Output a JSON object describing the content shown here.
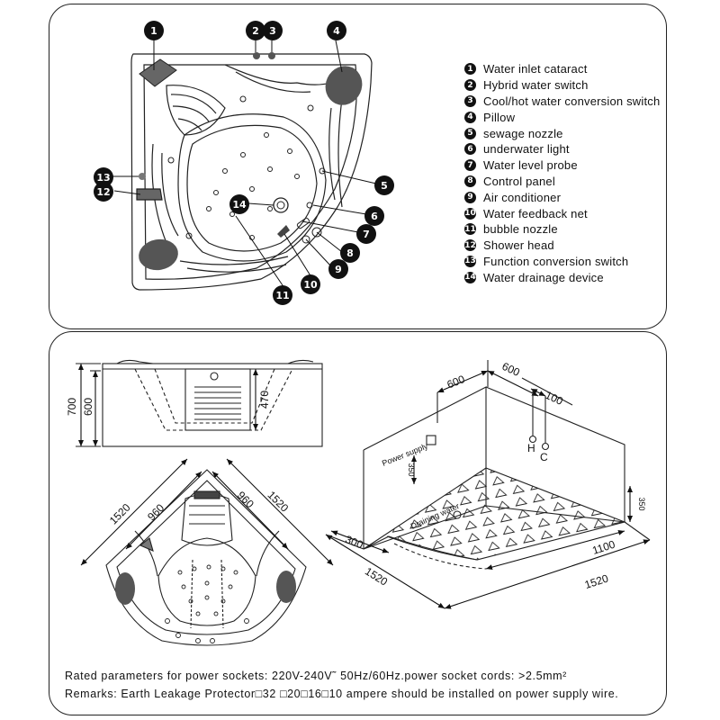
{
  "legend": [
    {
      "num": "1",
      "label": "Water inlet cataract"
    },
    {
      "num": "2",
      "label": "Hybrid water switch"
    },
    {
      "num": "3",
      "label": "Cool/hot water conversion switch"
    },
    {
      "num": "4",
      "label": "Pillow"
    },
    {
      "num": "5",
      "label": "sewage nozzle"
    },
    {
      "num": "6",
      "label": "underwater light"
    },
    {
      "num": "7",
      "label": "Water level probe"
    },
    {
      "num": "8",
      "label": "Control panel"
    },
    {
      "num": "9",
      "label": "Air conditioner"
    },
    {
      "num": "10",
      "label": "Water feedback net"
    },
    {
      "num": "11",
      "label": "bubble nozzle"
    },
    {
      "num": "12",
      "label": "Shower head"
    },
    {
      "num": "13",
      "label": "Function conversion switch"
    },
    {
      "num": "14",
      "label": "Water drainage device"
    }
  ],
  "callouts": {
    "c1": "1",
    "c2": "2",
    "c3": "3",
    "c4": "4",
    "c5": "5",
    "c6": "6",
    "c7": "7",
    "c8": "8",
    "c9": "9",
    "c10": "10",
    "c11": "11",
    "c12": "12",
    "c13": "13",
    "c14": "14"
  },
  "side_view": {
    "total_height": "700",
    "body_height": "600",
    "inner_height": "470"
  },
  "top_view": {
    "side_a": "1520",
    "side_b": "1520",
    "inner_a": "960",
    "inner_b": "960"
  },
  "room_view": {
    "top_a": "600",
    "top_b": "600",
    "hc_gap": "100",
    "h_label": "H",
    "c_label": "C",
    "power_label": "Power supply",
    "power_height": "350",
    "right_height": "350",
    "drain_label": "Draining water",
    "drain_offset": "300",
    "floor_a": "1520",
    "floor_b": "1520",
    "floor_inner": "1100"
  },
  "notes": {
    "line1": "Rated parameters for power sockets: 220V-240V˜ 50Hz/60Hz.power socket cords: >2.5mm²",
    "line2": "Remarks: Earth Leakage Protector□32 □20□16□10  ampere should be installed on power supply wire."
  }
}
